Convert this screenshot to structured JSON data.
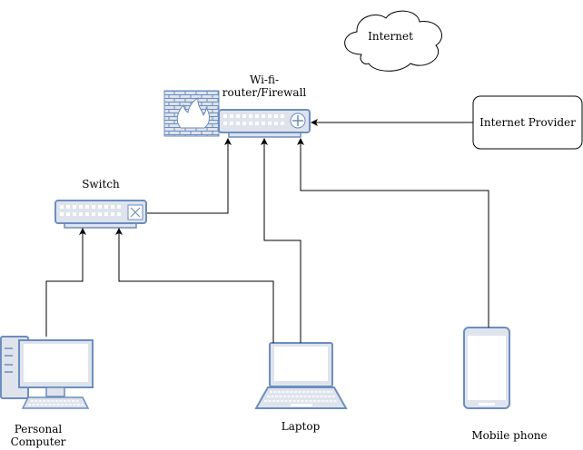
{
  "labels": {
    "internet": "Internet",
    "router_line1": "Wi-fi-",
    "router_line2": "router/Firewall",
    "internet_provider": "Internet Provider",
    "switch": "Switch",
    "pc_line1": "Personal",
    "pc_line2": "Computer",
    "laptop": "Laptop",
    "mobile": "Mobile phone"
  },
  "colors": {
    "device_fill": "#dfe3ec",
    "device_stroke": "#6c8ebf",
    "screen_fill": "#ffffff",
    "connector": "#000000"
  },
  "icons": [
    "cloud-icon",
    "firewall-icon",
    "router-icon",
    "switch-icon",
    "desktop-computer-icon",
    "laptop-icon",
    "mobile-phone-icon"
  ]
}
